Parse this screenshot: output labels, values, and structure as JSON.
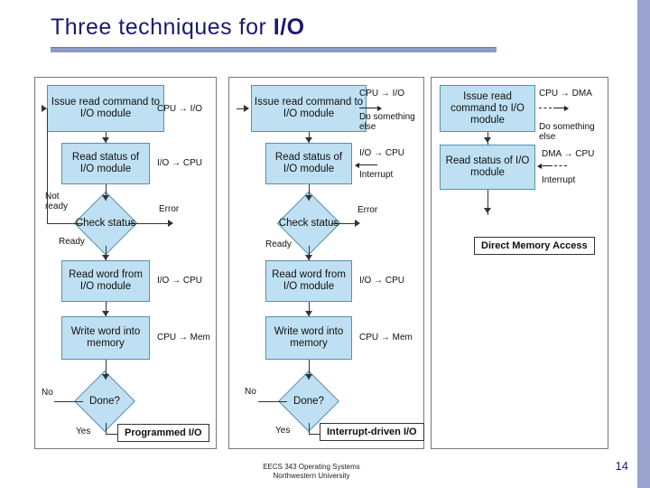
{
  "slide": {
    "title_prefix": "Three techniques for ",
    "title_io": "I/O",
    "page_number": "14",
    "footer_line1": "EECS 343 Operating Systems",
    "footer_line2": "Northwestern University"
  },
  "columns": [
    {
      "id": "programmed-io",
      "caption": "Programmed I/O",
      "boxes": [
        {
          "label": "Issue read command to I/O module"
        },
        {
          "label": "Read status of I/O module"
        },
        {
          "label": "Check status"
        },
        {
          "label": "Read word from I/O module"
        },
        {
          "label": "Write word into memory"
        },
        {
          "label": "Done?"
        }
      ],
      "notes": [
        "CPU → I/O",
        "I/O → CPU",
        "Error",
        "Not ready",
        "Ready",
        "I/O → CPU",
        "CPU → Mem",
        "No",
        "Yes"
      ]
    },
    {
      "id": "interrupt-driven-io",
      "caption": "Interrupt-driven I/O",
      "boxes": [
        {
          "label": "Issue read command to I/O module"
        },
        {
          "label": "Read status of I/O module"
        },
        {
          "label": "Check status"
        },
        {
          "label": "Read word from I/O module"
        },
        {
          "label": "Write word into memory"
        },
        {
          "label": "Done?"
        }
      ],
      "notes": [
        "CPU → I/O",
        "Do something else",
        "I/O → CPU",
        "Interrupt",
        "Error",
        "Ready",
        "I/O → CPU",
        "CPU → Mem",
        "No",
        "Yes"
      ]
    },
    {
      "id": "direct-memory-access",
      "caption": "Direct Memory Access",
      "boxes": [
        {
          "label": "Issue read command to I/O module"
        },
        {
          "label": "Read status of I/O module"
        }
      ],
      "notes": [
        "CPU → DMA",
        "Do something else",
        "DMA → CPU",
        "Interrupt"
      ]
    }
  ]
}
